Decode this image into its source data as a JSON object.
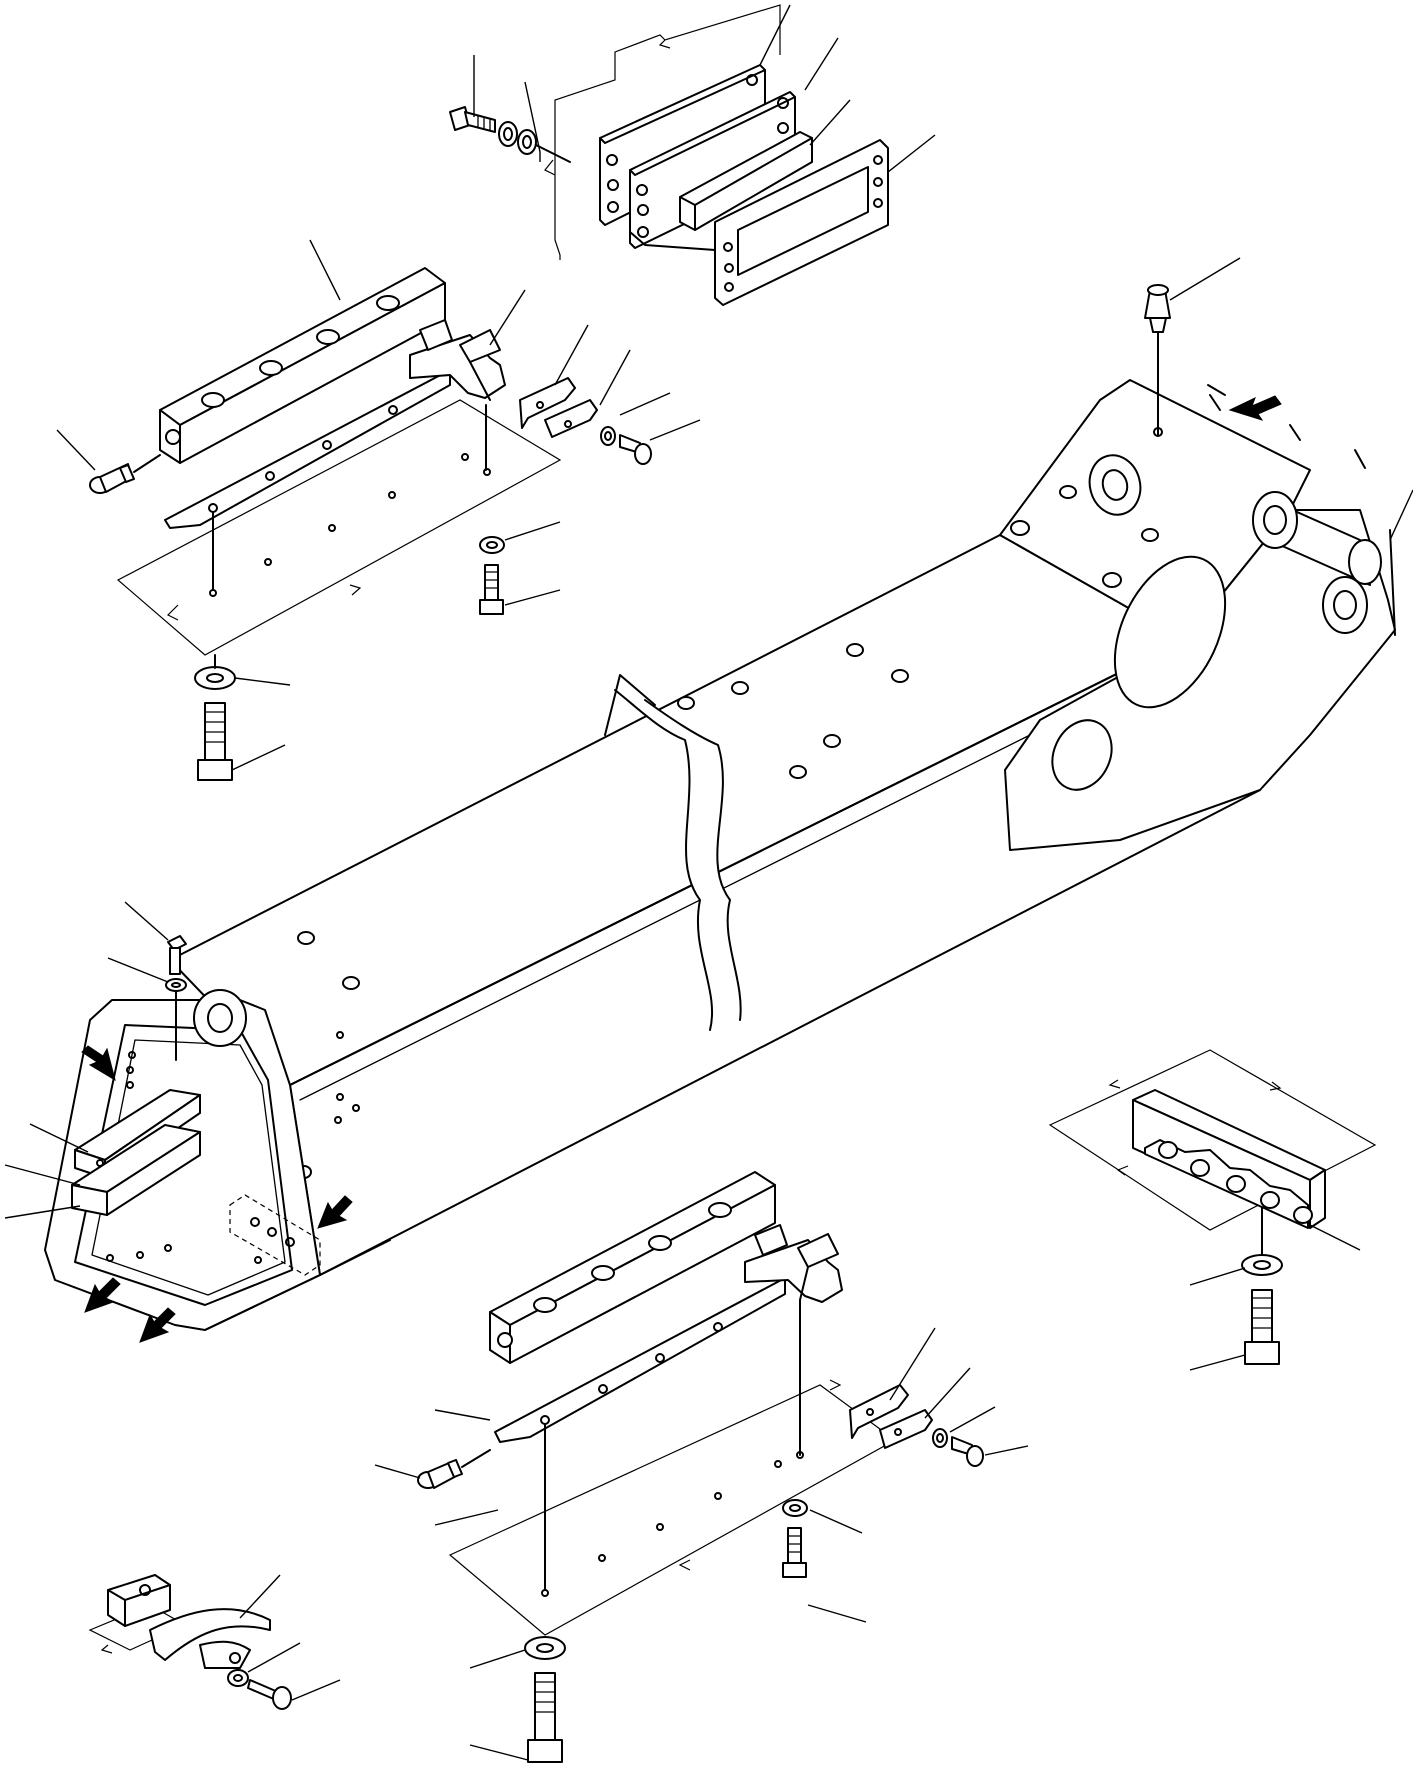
{
  "diagram": {
    "kind": "exploded parts illustration",
    "text_labels": [],
    "stroke_color": "#000000",
    "background_color": "#ffffff"
  },
  "parts": {
    "pad_stack": {
      "callout_count": 6
    },
    "upper_wear_slide": {
      "callout_count": 9
    },
    "boom_tube": {
      "callout_count": 4
    },
    "boom_head": {
      "callout_count": 3
    },
    "lower_wear_slide": {
      "callout_count": 9
    },
    "right_pad_assembly": {
      "callout_count": 3
    },
    "small_pad_detail": {
      "callout_count": 3
    }
  }
}
